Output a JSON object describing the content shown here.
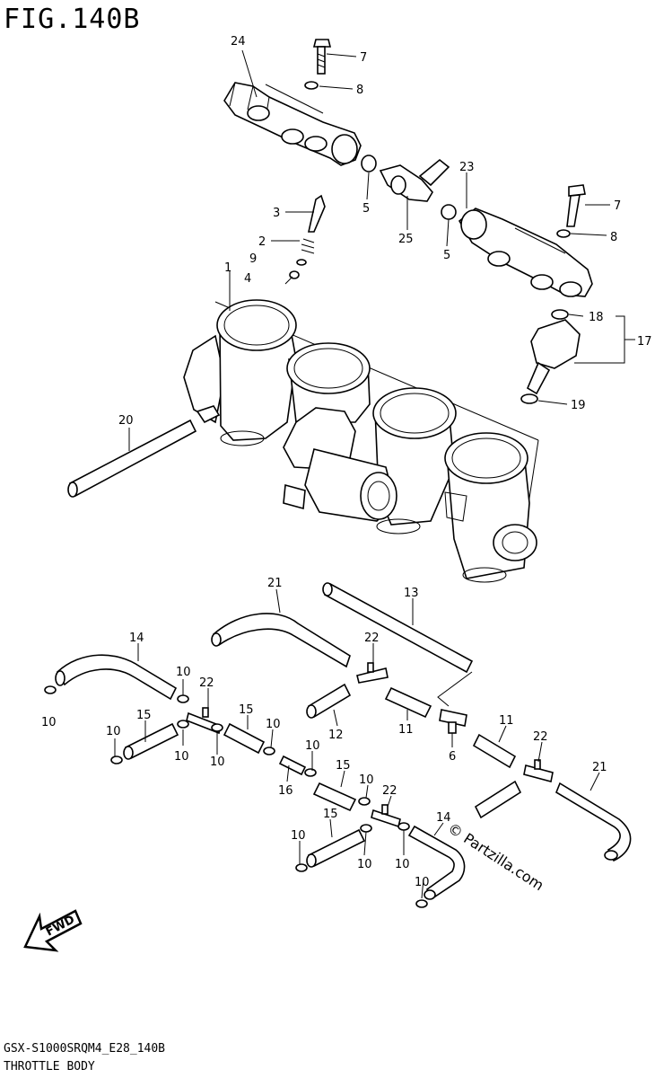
{
  "figure": {
    "title": "FIG.140B",
    "footer_code": "GSX-S1000SRQM4_E28_140B",
    "footer_name": "THROTTLE BODY",
    "watermark": "© Partzilla.com",
    "fwd_label": "FWD"
  },
  "callouts": [
    {
      "id": "c24",
      "label": "24"
    },
    {
      "id": "c7a",
      "label": "7"
    },
    {
      "id": "c8a",
      "label": "8"
    },
    {
      "id": "c23",
      "label": "23"
    },
    {
      "id": "c7b",
      "label": "7"
    },
    {
      "id": "c8b",
      "label": "8"
    },
    {
      "id": "c5a",
      "label": "5"
    },
    {
      "id": "c25",
      "label": "25"
    },
    {
      "id": "c5b",
      "label": "5"
    },
    {
      "id": "c3",
      "label": "3"
    },
    {
      "id": "c2",
      "label": "2"
    },
    {
      "id": "c9",
      "label": "9"
    },
    {
      "id": "c1",
      "label": "1"
    },
    {
      "id": "c4",
      "label": "4"
    },
    {
      "id": "c18",
      "label": "18"
    },
    {
      "id": "c17",
      "label": "17"
    },
    {
      "id": "c19",
      "label": "19"
    },
    {
      "id": "c20",
      "label": "20"
    },
    {
      "id": "c21a",
      "label": "21"
    },
    {
      "id": "c13",
      "label": "13"
    },
    {
      "id": "c14a",
      "label": "14"
    },
    {
      "id": "c22a",
      "label": "22"
    },
    {
      "id": "c10a",
      "label": "10"
    },
    {
      "id": "c10b",
      "label": "10"
    },
    {
      "id": "c22b",
      "label": "22"
    },
    {
      "id": "c15a",
      "label": "15"
    },
    {
      "id": "c15b",
      "label": "15"
    },
    {
      "id": "c10c",
      "label": "10"
    },
    {
      "id": "c10d",
      "label": "10"
    },
    {
      "id": "c10e",
      "label": "10"
    },
    {
      "id": "c10f",
      "label": "10"
    },
    {
      "id": "c12",
      "label": "12"
    },
    {
      "id": "c11a",
      "label": "11"
    },
    {
      "id": "c6",
      "label": "6"
    },
    {
      "id": "c11b",
      "label": "11"
    },
    {
      "id": "c22c",
      "label": "22"
    },
    {
      "id": "c21b",
      "label": "21"
    },
    {
      "id": "c10g",
      "label": "10"
    },
    {
      "id": "c16",
      "label": "16"
    },
    {
      "id": "c15c",
      "label": "15"
    },
    {
      "id": "c10h",
      "label": "10"
    },
    {
      "id": "c22d",
      "label": "22"
    },
    {
      "id": "c14b",
      "label": "14"
    },
    {
      "id": "c15d",
      "label": "15"
    },
    {
      "id": "c10i",
      "label": "10"
    },
    {
      "id": "c10j",
      "label": "10"
    },
    {
      "id": "c10k",
      "label": "10"
    },
    {
      "id": "c10l",
      "label": "10"
    }
  ]
}
